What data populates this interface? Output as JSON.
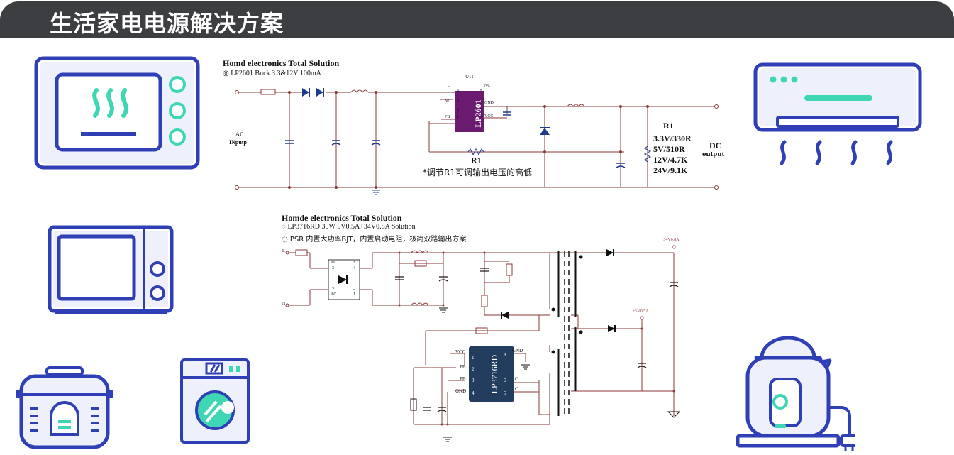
{
  "header": {
    "title": "生活家电电源解决方案"
  },
  "circuit1": {
    "heading": "Homd electronics Total  Solution",
    "subtitle": "◎ LP2601 Buck 3.3&12V 100mA",
    "u_label": "U11",
    "chip": "LP2601",
    "pins": {
      "c1": "C",
      "c4": "4",
      "nc1": "NC",
      "nc2": "NC",
      "fb": "FB",
      "gnd": "GND",
      "vcc": "VCC",
      "n3": "3",
      "n2": "2",
      "n1": "1",
      "n5": "5",
      "n6": "6",
      "n7": "7",
      "n8": "8"
    },
    "ac_label": "AC",
    "input_label": "INputp",
    "r1_label": "R1",
    "note": "*调节R1可调输出电压的高低",
    "r1_title": "R1",
    "r1_values": [
      "3.3V/330R",
      "5V/510R",
      "12V/4.7K",
      "24V/9.1K"
    ],
    "dc_label": "DC",
    "output_label": "output"
  },
  "circuit2": {
    "heading": "Homde electronics Total  Solution",
    "line1": "◌ LP3716RD 30W 5V0.5A+34V0.8A Solution",
    "line2": "◌ PSR 内置大功率BJT，内置启动电阻，极简双路输出方案",
    "l_label": "L",
    "n_label": "N",
    "bridge_ac1": "AC",
    "bridge_ac2": "AC",
    "bridge_n3": "3",
    "bridge_n2": "2",
    "bridge_plus": "+",
    "bridge_minus": "-",
    "bridge_n1": "1",
    "bridge_n4": "4",
    "out_high": "+34V0.8A",
    "out_low": "+5V0.5A",
    "chip": "LP3716RD",
    "pins_left": [
      "VCC",
      "FB",
      "FB",
      "GND"
    ],
    "pins_left_num": [
      "1",
      "2",
      "3",
      "4"
    ],
    "pins_right": [
      "GND",
      "C",
      "C"
    ],
    "pins_right_num": [
      "8",
      "6",
      "5"
    ]
  },
  "colors": {
    "icon_blue": "#2f3fb5",
    "icon_teal": "#3fd6b4",
    "header": "#3c3e42",
    "wire": "#8b3a3a",
    "chip": "#233d5e"
  },
  "icons": [
    "oven-icon",
    "air-conditioner-icon",
    "microwave-icon",
    "rice-cooker-icon",
    "washing-machine-icon",
    "kettle-icon"
  ]
}
